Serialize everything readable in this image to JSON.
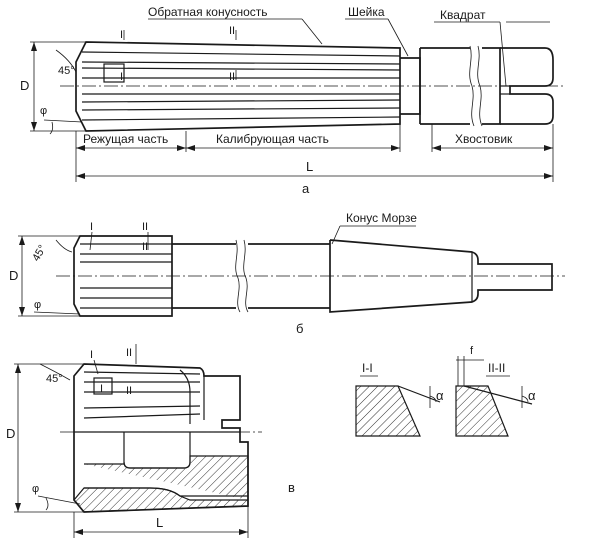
{
  "fig_a": {
    "back_taper": "Обратная конусность",
    "neck": "Шейка",
    "square": "Квадрат",
    "cutting_part": "Режущая часть",
    "sizing_part": "Калибрующая часть",
    "shank": "Хвостовик",
    "length": "L",
    "diameter": "D",
    "angle45": "45°",
    "phi": "φ",
    "sec1": "I",
    "sec2": "II",
    "caption": "а"
  },
  "fig_b": {
    "morse_taper": "Конус Морзе",
    "diameter": "D",
    "angle45": "45°",
    "phi": "φ",
    "sec1": "I",
    "sec2": "II",
    "caption": "б"
  },
  "fig_c": {
    "diameter": "D",
    "angle45": "45°",
    "phi": "φ",
    "length": "L",
    "sec1": "I",
    "sec2": "II",
    "caption": "в"
  },
  "sections": {
    "sec1_label": "I-I",
    "sec2_label": "II-II",
    "alpha": "α",
    "f": "f"
  }
}
